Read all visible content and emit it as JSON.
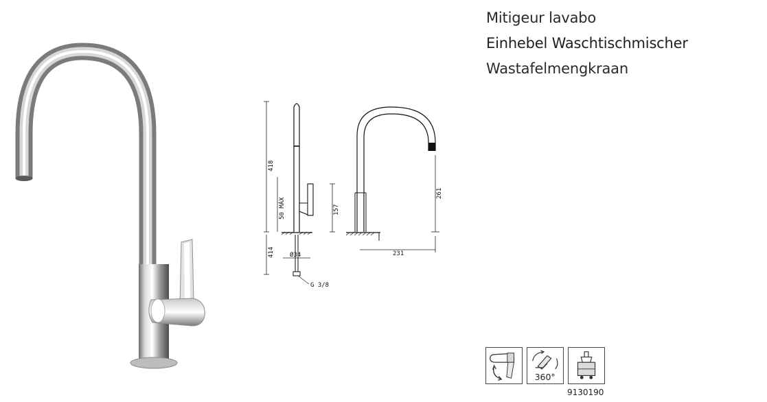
{
  "titles": {
    "fr": "Mitigeur lavabo",
    "de": "Einhebel Waschtischmischer",
    "nl": "Wastafelmengkraan"
  },
  "dimensions": {
    "total_height": "418",
    "max_deck": "50 MÁX",
    "below_deck": "414",
    "lever_height": "157",
    "hole_diameter": "Ø34",
    "connection": "G 3/8",
    "spout_height": "261",
    "spout_reach": "231"
  },
  "feature_icons": [
    {
      "name": "lever-rotation-icon"
    },
    {
      "name": "swivel-spout-icon",
      "label": "360°"
    },
    {
      "name": "cartridge-icon"
    }
  ],
  "product_code": "9130190"
}
